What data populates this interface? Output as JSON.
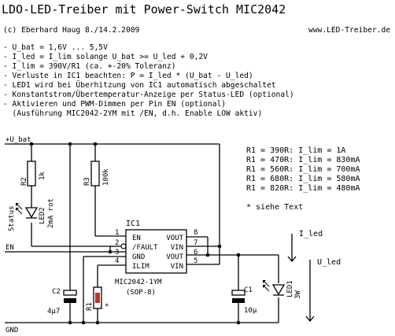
{
  "header": {
    "title": "LDO-LED-Treiber mit Power-Switch MIC2042",
    "copyright": "(c) Eberhard Haug 8./14.2.2009",
    "website": "www.LED-Treiber.de"
  },
  "notes": [
    "- U_bat = 1,6V ... 5,5V",
    "- I_led = I_lim solange U_bat >= U_led + 0,2V",
    "- I_lim = 390V/R1 (ca. +-20% Toleranz)",
    "- Verluste in IC1 beachten: P = I_led * (U_bat - U_led)",
    "- LED1 wird bei Überhitzung von IC1 automatisch abgeschaltet",
    "- Konstantstrom/Übertemperatur-Anzeige per Status-LED (optional)",
    "- Aktivieren und PWM-Dimmen per Pin EN (optional)",
    "  (Ausführung MIC2042-2YM mit /EN, d.h. Enable LOW aktiv)"
  ],
  "resistor_table": [
    "R1 = 390R: I_lim = 1A",
    "R1 = 470R: I_lim = 830mA",
    "R1 = 560R: I_lim = 700mA",
    "R1 = 680R: I_lim = 580mA",
    "R1 = 820R: I_lim = 480mA"
  ],
  "see_text": "* siehe Text",
  "schematic": {
    "net_ubat": "+U_bat",
    "net_en": "EN",
    "net_gnd": "GND",
    "r2_label": "R2",
    "r2_value": "1k",
    "led2_label": "LED2",
    "led2_desc": "2mA rot",
    "status_label": "Status",
    "r3_label": "R3",
    "r3_value": "100k",
    "ic_ref": "IC1",
    "ic_part": "MIC2042-1YM",
    "ic_package": "(SOP-8)",
    "pins_left": [
      {
        "num": "1",
        "name": "EN"
      },
      {
        "num": "2",
        "name": "/FAULT"
      },
      {
        "num": "3",
        "name": "GND"
      },
      {
        "num": "4",
        "name": "ILIM"
      }
    ],
    "pins_right": [
      {
        "num": "8",
        "name": "VOUT"
      },
      {
        "num": "7",
        "name": "VIN"
      },
      {
        "num": "6",
        "name": "VOUT"
      },
      {
        "num": "5",
        "name": "VIN"
      }
    ],
    "c2_label": "C2",
    "c2_value": "4µ7",
    "r1_label": "R1",
    "r1_star": "*",
    "c1_label": "C1",
    "c1_value": "10µ",
    "led1_label": "LED1",
    "led1_value": "3W",
    "i_led": "I_led",
    "u_led": "U_led"
  }
}
